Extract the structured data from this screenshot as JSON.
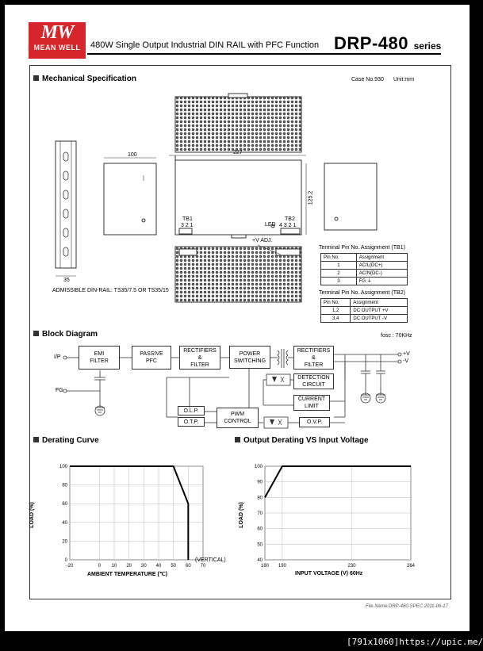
{
  "header": {
    "logo_mw": "MW",
    "logo_text": "MEAN WELL",
    "title": "480W Single Output Industrial DIN RAIL with PFC Function",
    "model": "DRP-480",
    "series": "series",
    "accent": "#d6262b"
  },
  "mech": {
    "heading": "Mechanical Specification",
    "case": "Case No.930",
    "unit": "Unit:mm",
    "dim_100": "100",
    "dim_227": "227",
    "dim_1252": "125.2",
    "dim_35": "35",
    "tb1": "TB1",
    "tb1_pins": "3 2 1",
    "tb2": "TB2",
    "tb2_pins": "4 3 2 1",
    "led": "LED",
    "vadj": "+V ADJ.",
    "rail_note": "ADMISSIBLE DIN-RAIL: TS35/7.5 OR TS35/15",
    "tb1_title": "Terminal Pin No. Assignment (TB1)",
    "tb1_head": [
      "Pin No.",
      "Assignment"
    ],
    "tb1_rows": [
      [
        "1",
        "AC/L(DC+)"
      ],
      [
        "2",
        "AC/N(DC-)"
      ],
      [
        "3",
        "FG ⏚"
      ]
    ],
    "tb2_title": "Terminal Pin No. Assignment (TB2)",
    "tb2_head": [
      "Pin No.",
      "Assignment"
    ],
    "tb2_rows": [
      [
        "1,2",
        "DC OUTPUT +V"
      ],
      [
        "3,4",
        "DC OUTPUT -V"
      ]
    ]
  },
  "block": {
    "heading": "Block Diagram",
    "fosc": "fosc : 70KHz",
    "ip": "I/P",
    "fg": "FG",
    "emi": "EMI\nFILTER",
    "pfc": "PASSIVE\nPFC",
    "rect1": "RECTIFIERS\n&\nFILTER",
    "power": "POWER\nSWITCHING",
    "rect2": "RECTIFIERS\n&\nFILTER",
    "detect": "DETECTION\nCIRCUIT",
    "climit": "CURRENT\nLIMIT",
    "olp": "O.L.P.",
    "otp": "O.T.P.",
    "pwm": "PWM\nCONTROL",
    "ovp": "O.V.P.",
    "vplus": "+V",
    "vminus": "-V"
  },
  "derating": {
    "heading": "Derating Curve",
    "ylabel": "LOAD (%)",
    "xlabel": "AMBIENT TEMPERATURE (℃)",
    "vertical_note": "(VERTICAL)"
  },
  "outderate": {
    "heading": "Output Derating VS Input Voltage",
    "ylabel": "LOAD (%)",
    "xlabel": "INPUT VOLTAGE (V) 60Hz"
  },
  "chart_data": [
    {
      "type": "line",
      "title": "Derating Curve",
      "xlabel": "AMBIENT TEMPERATURE (℃)",
      "ylabel": "LOAD (%)",
      "x_ticks": [
        "-20",
        "0",
        "10",
        "20",
        "30",
        "40",
        "50",
        "60",
        "70"
      ],
      "y_ticks": [
        "0",
        "20",
        "40",
        "60",
        "80",
        "100"
      ],
      "xlim": [
        -20,
        70
      ],
      "ylim": [
        0,
        100
      ],
      "series": [
        {
          "x": [
            -20,
            50,
            60,
            60
          ],
          "y": [
            100,
            100,
            60,
            0
          ]
        }
      ]
    },
    {
      "type": "line",
      "title": "Output Derating VS Input Voltage",
      "xlabel": "INPUT VOLTAGE (V) 60Hz",
      "ylabel": "LOAD (%)",
      "x_ticks": [
        "180",
        "190",
        "230",
        "264"
      ],
      "y_ticks": [
        "40",
        "50",
        "60",
        "70",
        "80",
        "90",
        "100"
      ],
      "xlim": [
        180,
        264
      ],
      "ylim": [
        40,
        100
      ],
      "series": [
        {
          "x": [
            180,
            190,
            264
          ],
          "y": [
            80,
            100,
            100
          ]
        }
      ]
    }
  ],
  "footer": "File Name:DRP-480-SPEC  2011-06-17",
  "badge": "[791x1060]https://upic.me/"
}
